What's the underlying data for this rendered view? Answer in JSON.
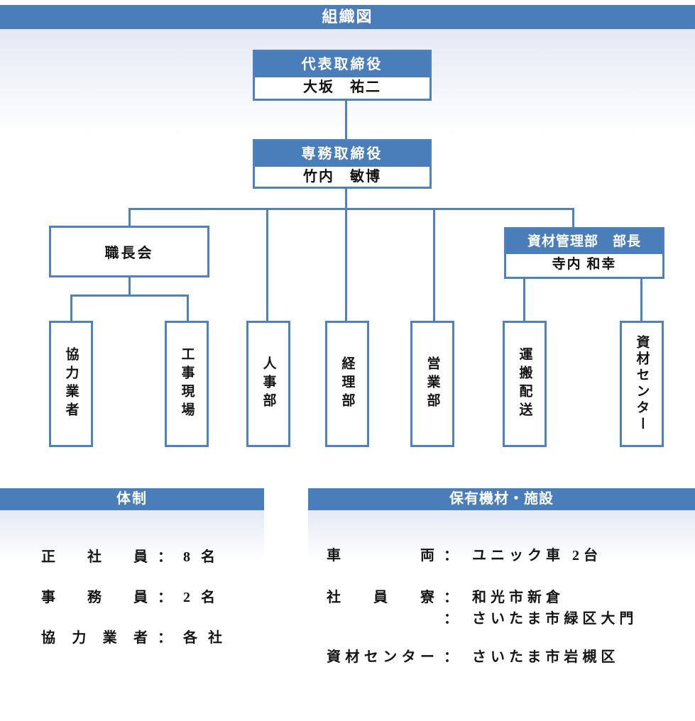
{
  "header": {
    "title": "組織図"
  },
  "org_chart": {
    "president": {
      "title": "代表取締役",
      "name": "大坂　祐二"
    },
    "senior_director": {
      "title": "専務取締役",
      "name": "竹内　敏博"
    },
    "foreman_group": {
      "label": "職長会"
    },
    "material_dept": {
      "title": "資材管理部　部長",
      "name": "寺内 和幸"
    },
    "departments": [
      {
        "label": "協力業者"
      },
      {
        "label": "工事現場"
      },
      {
        "label": "人事部"
      },
      {
        "label": "経理部"
      },
      {
        "label": "営業部"
      },
      {
        "label": "運搬配送"
      },
      {
        "label": "資材センター"
      }
    ]
  },
  "structure_section": {
    "title": "体制",
    "colon": "：",
    "rows": [
      {
        "label": "正社員",
        "value": "8 名"
      },
      {
        "label": "事務員",
        "value": "2 名"
      },
      {
        "label": "協力業者",
        "value": "各 社"
      }
    ]
  },
  "equipment_section": {
    "title": "保有機材・施設",
    "colon": "：",
    "rows": [
      {
        "label": "車両",
        "values": [
          "ユニック車 2台"
        ]
      },
      {
        "label": "社員寮",
        "values": [
          "和光市新倉",
          "さいたま市緑区大門"
        ]
      },
      {
        "label": "資材センター",
        "values": [
          "さいたま市岩槻区"
        ]
      }
    ]
  },
  "colors": {
    "accent": "#4a7ebb",
    "line": "#4f81bd"
  }
}
